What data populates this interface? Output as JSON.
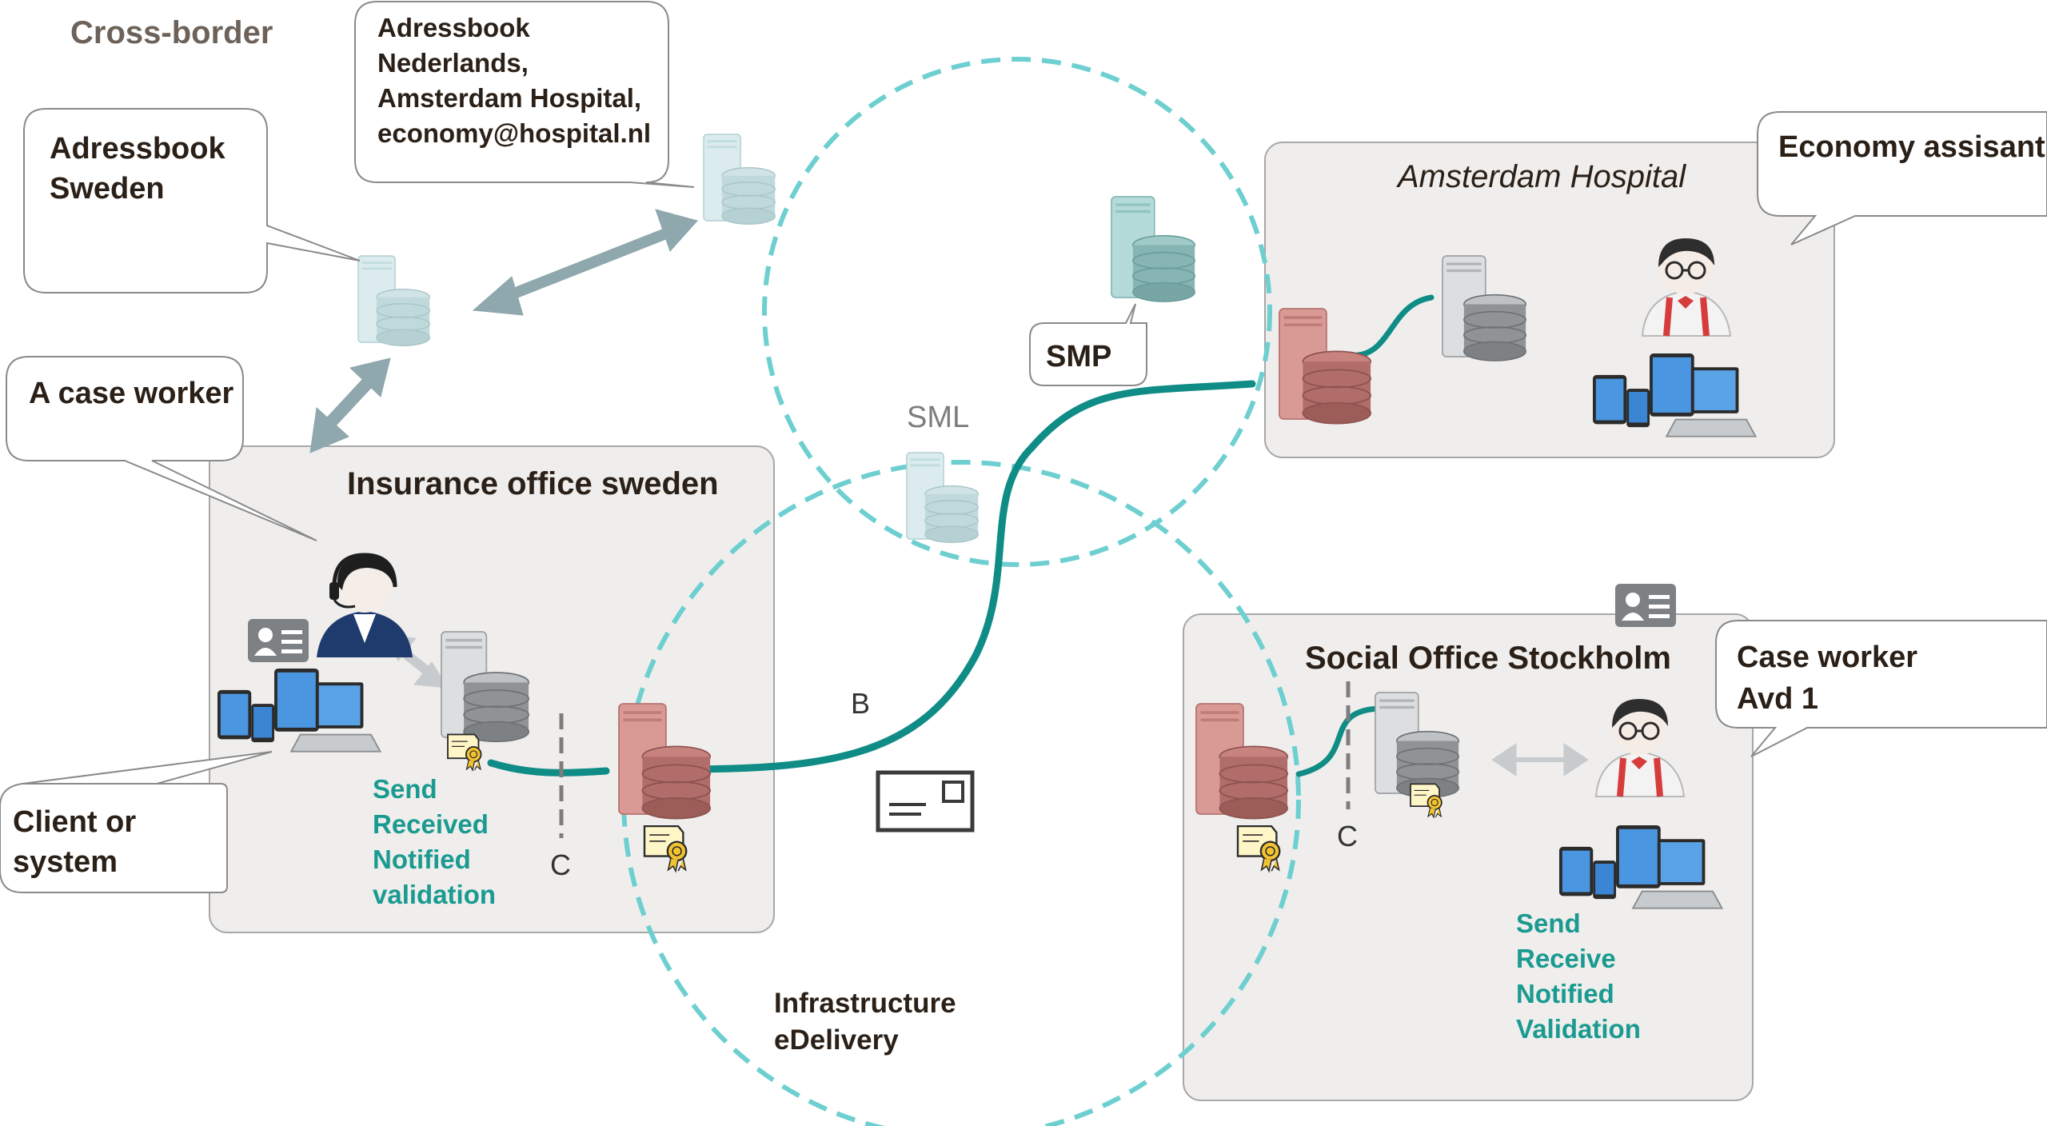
{
  "header": {
    "title": "Cross-border"
  },
  "callouts": {
    "addressbook_nl": [
      "Adressbook",
      "Nederlands,",
      "Amsterdam Hospital,",
      "economy@hospital.nl"
    ],
    "addressbook_se": [
      "Adressbook",
      "Sweden"
    ],
    "case_worker": "A case worker",
    "client": [
      "Client or",
      "system"
    ],
    "smp": "SMP",
    "economy": "Economy assisant",
    "case_worker_avd": [
      "Case worker",
      "Avd 1"
    ]
  },
  "labels": {
    "sml": "SML",
    "b": "B",
    "c_left": "C",
    "c_right": "C",
    "infrastructure": [
      "Infrastructure",
      "eDelivery"
    ]
  },
  "boxes": {
    "insurance": {
      "title": "Insurance office sweden",
      "status": [
        "Send",
        "Received",
        "Notified",
        "validation"
      ]
    },
    "amsterdam": {
      "title": "Amsterdam Hospital"
    },
    "stockholm": {
      "title": "Social Office Stockholm",
      "status": [
        "Send",
        "Receive",
        "Notified",
        "Validation"
      ]
    }
  },
  "colors": {
    "teal": "#0f8c86",
    "dashed_circle": "#6ecfd0",
    "box_fill": "#efeeec",
    "box_stroke": "#a8a8a8",
    "text_dark": "#3a2a1f",
    "status_text": "#1a9a90",
    "header_text": "#6d6259",
    "arrow_grey": "#8fa8ad",
    "server_pink": "#d78c88",
    "server_grey": "#b9bcbf",
    "server_teal": "#a6d3d2"
  },
  "icons": [
    "server-icon",
    "person-headset-icon",
    "person-glasses-icon",
    "devices-icon",
    "id-card-icon",
    "envelope-icon",
    "certificate-icon"
  ]
}
